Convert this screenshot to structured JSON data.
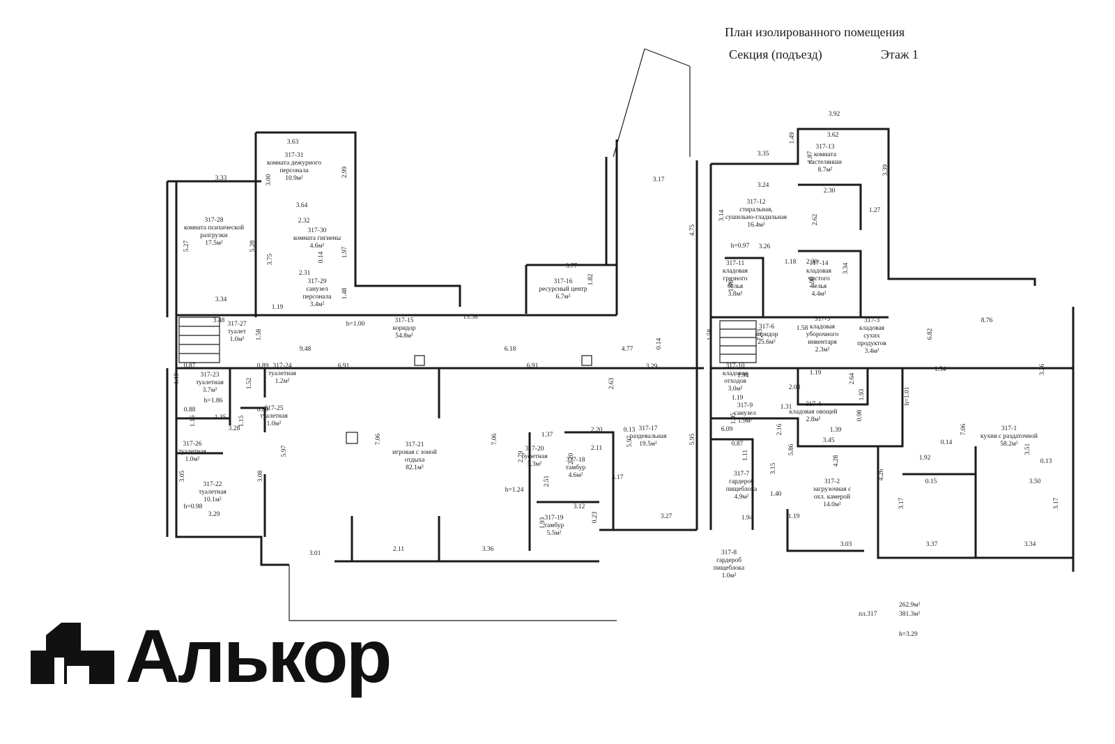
{
  "header": {
    "title": "План изолированного помещения",
    "section": "Секция (подъезд)",
    "floor": "Этаж 1"
  },
  "rooms": [
    {
      "id": "317-31",
      "lines": [
        "317-31",
        "комната дежурного",
        "персонала",
        "10.9м²"
      ]
    },
    {
      "id": "317-28",
      "lines": [
        "317-28",
        "комната психической",
        "разгрузки",
        "17.5м²"
      ]
    },
    {
      "id": "317-30",
      "lines": [
        "317-30",
        "комната гигиены",
        "4.6м²"
      ]
    },
    {
      "id": "317-29",
      "lines": [
        "317-29",
        "санузел",
        "персонала",
        "3.4м²"
      ]
    },
    {
      "id": "317-16",
      "lines": [
        "317-16",
        "ресурсный центр",
        "6.7м²"
      ]
    },
    {
      "id": "317-15",
      "lines": [
        "317-15",
        "коридор",
        "54.8м²"
      ]
    },
    {
      "id": "317-27",
      "lines": [
        "317-27",
        "туалет",
        "1.0м²"
      ]
    },
    {
      "id": "317-23",
      "lines": [
        "317-23",
        "туалетная",
        "3.7м²"
      ]
    },
    {
      "id": "317-24",
      "lines": [
        "317-24",
        "туалетная",
        "1.2м²"
      ]
    },
    {
      "id": "317-25",
      "lines": [
        "317-25",
        "туалетная",
        "1.0м²"
      ]
    },
    {
      "id": "317-26",
      "lines": [
        "317-26",
        "туалетная",
        "1.0м²"
      ]
    },
    {
      "id": "317-22",
      "lines": [
        "317-22",
        "туалетная",
        "10.1м²"
      ]
    },
    {
      "id": "317-21",
      "lines": [
        "317-21",
        "игровая с зоной",
        "отдыха",
        "82.1м²"
      ]
    },
    {
      "id": "317-20",
      "lines": [
        "317-20",
        "буфетная",
        "3.3м²"
      ]
    },
    {
      "id": "317-18",
      "lines": [
        "317-18",
        "тамбур",
        "4.6м²"
      ]
    },
    {
      "id": "317-19",
      "lines": [
        "317-19",
        "тамбур",
        "5.5м²"
      ]
    },
    {
      "id": "317-17",
      "lines": [
        "317-17",
        "раздевальная",
        "19.5м²"
      ]
    },
    {
      "id": "317-13",
      "lines": [
        "317-13",
        "комната",
        "кастелянши",
        "8.7м²"
      ]
    },
    {
      "id": "317-12",
      "lines": [
        "317-12",
        "стиральная,",
        "сушильно-гладильная",
        "16.4м²"
      ]
    },
    {
      "id": "317-11",
      "lines": [
        "317-11",
        "кладовая",
        "грязного",
        "белья",
        "3.8м²"
      ]
    },
    {
      "id": "317-14",
      "lines": [
        "317-14",
        "кладовая",
        "чистого",
        "белья",
        "4.4м²"
      ]
    },
    {
      "id": "317-6",
      "lines": [
        "317-6",
        "коридор",
        "25.6м²"
      ]
    },
    {
      "id": "317-5",
      "lines": [
        "317-5",
        "кладовая",
        "уборочного",
        "инвентаря",
        "2.3м²"
      ]
    },
    {
      "id": "317-3",
      "lines": [
        "317-3",
        "кладовая",
        "сухих",
        "продуктов",
        "3.4м²"
      ]
    },
    {
      "id": "317-10",
      "lines": [
        "317-10",
        "кладовая",
        "отходов",
        "3.0м²"
      ]
    },
    {
      "id": "317-9",
      "lines": [
        "317-9",
        "санузел",
        "1.9м²"
      ]
    },
    {
      "id": "317-4",
      "lines": [
        "317-4",
        "кладовая овощей",
        "2.8м²"
      ]
    },
    {
      "id": "317-7",
      "lines": [
        "317-7",
        "гардероб",
        "пищеблока",
        "4.9м²"
      ]
    },
    {
      "id": "317-2",
      "lines": [
        "317-2",
        "загрузочная с",
        "охл. камерой",
        "14.0м²"
      ]
    },
    {
      "id": "317-1",
      "lines": [
        "317-1",
        "кухня с раздаточной",
        "58.2м²"
      ]
    },
    {
      "id": "317-8",
      "lines": [
        "317-8",
        "гардероб",
        "пищеблока",
        "1.0м²"
      ]
    }
  ],
  "dimensions": [
    "3.63",
    "3.33",
    "3.00",
    "2.99",
    "5.27",
    "5.28",
    "3.64",
    "2.32",
    "3.75",
    "1.97",
    "0.14",
    "2.31",
    "1.48",
    "3.34",
    "1.19",
    "3.77",
    "1.82",
    "3.17",
    "4.75",
    "3.48",
    "1.58",
    "13.58",
    "h=1.00",
    "9.48",
    "6.18",
    "4.77",
    "0.14",
    "6.91",
    "6.91",
    "3.29",
    "2.63",
    "0.87",
    "0.89",
    "1.19",
    "1.52",
    "h=1.86",
    "0.88",
    "0.89",
    "1.16",
    "1.35",
    "1.15",
    "3.28",
    "5.97",
    "7.06",
    "7.06",
    "3.05",
    "3.08",
    "h=0.98",
    "3.29",
    "3.01",
    "2.11",
    "3.36",
    "1.37",
    "2.20",
    "0.13",
    "2.11",
    "2.79",
    "5.97",
    "2.20",
    "2.51",
    "h=1.24",
    "3.12",
    "3.17",
    "1.93",
    "0.23",
    "3.27",
    "5.95",
    "3.92",
    "3.62",
    "1.49",
    "3.35",
    "1.87",
    "3.39",
    "3.24",
    "2.30",
    "3.14",
    "2.62",
    "1.27",
    "h=0.97",
    "3.26",
    "1.18",
    "2.30",
    "3.34",
    "1.98",
    "1.90",
    "1.58",
    "7.43",
    "1.58",
    "6.82",
    "8.76",
    "3.26",
    "1.54",
    "1.94",
    "1.19",
    "2.03",
    "1.19",
    "2.64",
    "1.93",
    "h=1.01",
    "1.31",
    "0.98",
    "1.95",
    "6.09",
    "2.16",
    "1.39",
    "0.87",
    "3.45",
    "5.86",
    "7.06",
    "1.11",
    "3.15",
    "4.28",
    "4.26",
    "1.92",
    "0.14",
    "3.51",
    "0.13",
    "1.40",
    "0.15",
    "3.50",
    "1.94",
    "1.19",
    "3.17",
    "3.17",
    "3.03",
    "3.37",
    "3.34"
  ],
  "totals": {
    "prefix": "пл.317",
    "area1": "262.9м²",
    "area2": "381.3м²",
    "height": "h=3.29"
  },
  "logo": {
    "text": "Алькор"
  }
}
